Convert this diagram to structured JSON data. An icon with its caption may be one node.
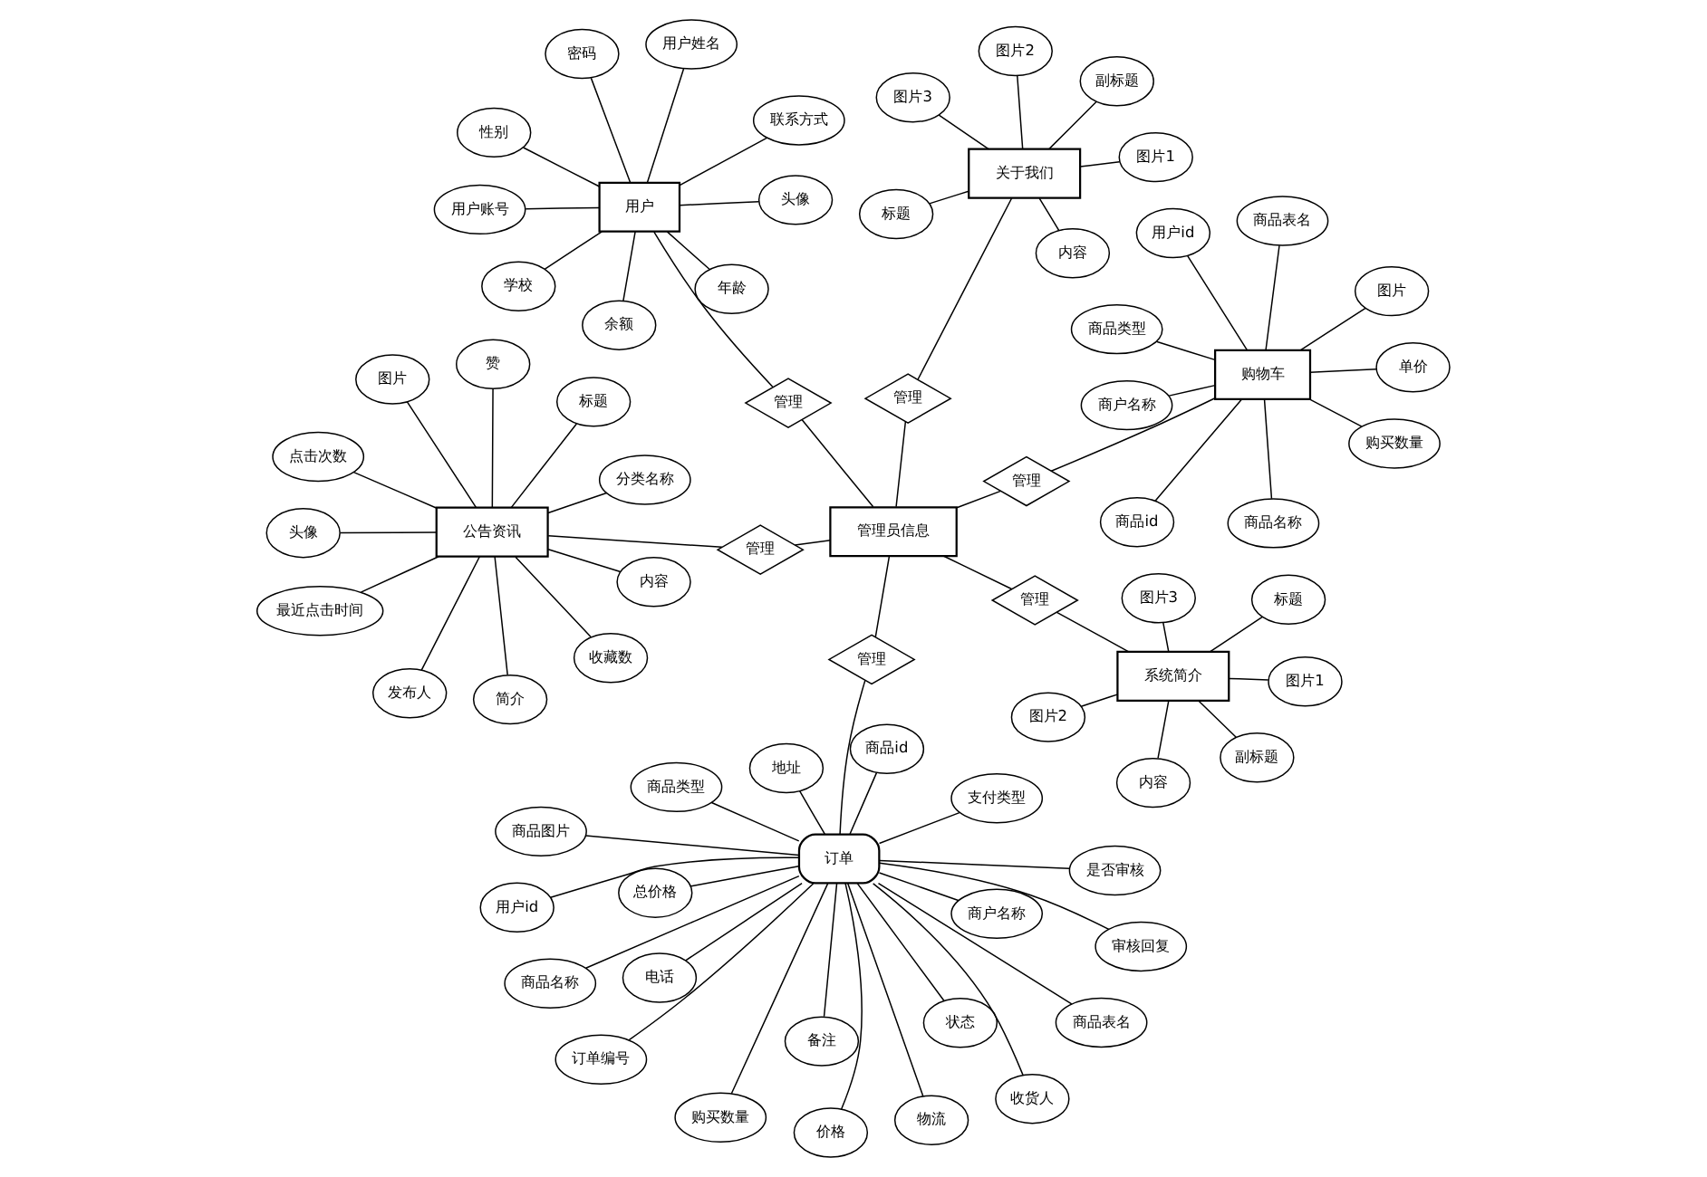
{
  "diagram": {
    "nodes": [
      {
        "text": [
          "订单"
        ]
      },
      {
        "text": [
          "价格"
        ]
      },
      {
        "text": [
          "总价格"
        ]
      },
      {
        "text": [
          "支付类型"
        ]
      },
      {
        "text": [
          "状态"
        ]
      },
      {
        "text": [
          "地址"
        ]
      },
      {
        "text": [
          "电话"
        ]
      },
      {
        "text": [
          "收货人"
        ]
      },
      {
        "text": [
          "物流"
        ]
      },
      {
        "text": [
          "备注"
        ]
      },
      {
        "text": [
          "商户名称"
        ]
      },
      {
        "text": [
          "商品类型"
        ]
      },
      {
        "text": [
          "是否审核"
        ]
      },
      {
        "text": [
          "审核回复"
        ]
      },
      {
        "text": [
          "订单编号"
        ]
      },
      {
        "text": [
          "商品表名"
        ]
      },
      {
        "text": [
          "用户id"
        ]
      },
      {
        "text": [
          "商品id"
        ]
      },
      {
        "text": [
          "商品名称"
        ]
      },
      {
        "text": [
          "商品图片"
        ]
      },
      {
        "text": [
          "购买数量"
        ]
      },
      {
        "text": [
          "管理"
        ]
      },
      {
        "text": [
          "系统简介"
        ]
      },
      {
        "text": [
          "内容"
        ]
      },
      {
        "text": [
          "副标题"
        ]
      },
      {
        "text": [
          "标题"
        ]
      },
      {
        "text": [
          "图片1"
        ]
      },
      {
        "text": [
          "图片2"
        ]
      },
      {
        "text": [
          "图片3"
        ]
      },
      {
        "text": [
          "管理"
        ]
      },
      {
        "text": [
          "关于我们"
        ]
      },
      {
        "text": [
          "标题"
        ]
      },
      {
        "text": [
          "副标题"
        ]
      },
      {
        "text": [
          "内容"
        ]
      },
      {
        "text": [
          "图片1"
        ]
      },
      {
        "text": [
          "图片2"
        ]
      },
      {
        "text": [
          "图片3"
        ]
      },
      {
        "text": [
          "管理"
        ]
      },
      {
        "text": [
          "管理员信息"
        ]
      },
      {
        "text": [
          "公告资讯"
        ]
      },
      {
        "text": [
          "发布人"
        ]
      },
      {
        "text": [
          "分类名称"
        ]
      },
      {
        "text": [
          "简介"
        ]
      },
      {
        "text": [
          "标题"
        ]
      },
      {
        "text": [
          "头像"
        ]
      },
      {
        "text": [
          "点击次数"
        ]
      },
      {
        "text": [
          "最近点击时间"
        ]
      },
      {
        "text": [
          "赞"
        ]
      },
      {
        "text": [
          "收藏数"
        ]
      },
      {
        "text": [
          "图片"
        ]
      },
      {
        "text": [
          "内容"
        ]
      },
      {
        "text": [
          "管理"
        ]
      },
      {
        "text": [
          "购物车"
        ]
      },
      {
        "text": [
          "商品表名"
        ]
      },
      {
        "text": [
          "用户id"
        ]
      },
      {
        "text": [
          "商品id"
        ]
      },
      {
        "text": [
          "商品名称"
        ]
      },
      {
        "text": [
          "图片"
        ]
      },
      {
        "text": [
          "购买数量"
        ]
      },
      {
        "text": [
          "单价"
        ]
      },
      {
        "text": [
          "商户名称"
        ]
      },
      {
        "text": [
          "商品类型"
        ]
      },
      {
        "text": [
          "管理"
        ]
      },
      {
        "text": [
          "管理"
        ]
      },
      {
        "text": [
          "用户"
        ]
      },
      {
        "text": [
          "用户账号"
        ]
      },
      {
        "text": [
          "密码"
        ]
      },
      {
        "text": [
          "用户姓名"
        ]
      },
      {
        "text": [
          "性别"
        ]
      },
      {
        "text": [
          "年龄"
        ]
      },
      {
        "text": [
          "头像"
        ]
      },
      {
        "text": [
          "学校"
        ]
      },
      {
        "text": [
          "联系方式"
        ]
      },
      {
        "text": [
          "余额"
        ]
      }
    ],
    "edges": [
      {
        "from": 0,
        "to": 1,
        "arrow": "none"
      },
      {
        "from": 0,
        "to": 2,
        "arrow": "none"
      },
      {
        "from": 0,
        "to": 3,
        "arrow": "none"
      },
      {
        "from": 0,
        "to": 4,
        "arrow": "none"
      },
      {
        "from": 0,
        "to": 5,
        "arrow": "none"
      },
      {
        "from": 0,
        "to": 6,
        "arrow": "none"
      },
      {
        "from": 0,
        "to": 7,
        "arrow": "none"
      },
      {
        "from": 0,
        "to": 8,
        "arrow": "none"
      },
      {
        "from": 0,
        "to": 9,
        "arrow": "none"
      },
      {
        "from": 0,
        "to": 10,
        "arrow": "none"
      },
      {
        "from": 0,
        "to": 11,
        "arrow": "none"
      },
      {
        "from": 0,
        "to": 12,
        "arrow": "none"
      },
      {
        "from": 0,
        "to": 13,
        "arrow": "none"
      },
      {
        "from": 0,
        "to": 14,
        "arrow": "none"
      },
      {
        "from": 0,
        "to": 15,
        "arrow": "none"
      },
      {
        "from": 0,
        "to": 16,
        "arrow": "none"
      },
      {
        "from": 0,
        "to": 17,
        "arrow": "none"
      },
      {
        "from": 0,
        "to": 18,
        "arrow": "none"
      },
      {
        "from": 0,
        "to": 19,
        "arrow": "none"
      },
      {
        "from": 0,
        "to": 20,
        "arrow": "none"
      },
      {
        "from": 0,
        "to": 21,
        "arrow": "none"
      },
      {
        "from": 21,
        "to": 38,
        "arrow": "none"
      },
      {
        "from": 22,
        "to": 23,
        "arrow": "none"
      },
      {
        "from": 22,
        "to": 24,
        "arrow": "none"
      },
      {
        "from": 22,
        "to": 25,
        "arrow": "none"
      },
      {
        "from": 22,
        "to": 26,
        "arrow": "none"
      },
      {
        "from": 22,
        "to": 27,
        "arrow": "none"
      },
      {
        "from": 22,
        "to": 28,
        "arrow": "none"
      },
      {
        "from": 22,
        "to": 29,
        "arrow": "none"
      },
      {
        "from": 29,
        "to": 38,
        "arrow": "none"
      },
      {
        "from": 30,
        "to": 31,
        "arrow": "none"
      },
      {
        "from": 30,
        "to": 32,
        "arrow": "none"
      },
      {
        "from": 30,
        "to": 33,
        "arrow": "none"
      },
      {
        "from": 30,
        "to": 34,
        "arrow": "none"
      },
      {
        "from": 30,
        "to": 35,
        "arrow": "none"
      },
      {
        "from": 30,
        "to": 36,
        "arrow": "none"
      },
      {
        "from": 37,
        "to": 30,
        "arrow": "none"
      },
      {
        "from": 38,
        "to": 37,
        "arrow": "none"
      },
      {
        "from": 39,
        "to": 40,
        "arrow": "none"
      },
      {
        "from": 39,
        "to": 41,
        "arrow": "none"
      },
      {
        "from": 39,
        "to": 42,
        "arrow": "none"
      },
      {
        "from": 39,
        "to": 43,
        "arrow": "none"
      },
      {
        "from": 39,
        "to": 44,
        "arrow": "none"
      },
      {
        "from": 39,
        "to": 45,
        "arrow": "none"
      },
      {
        "from": 39,
        "to": 46,
        "arrow": "none"
      },
      {
        "from": 39,
        "to": 47,
        "arrow": "none"
      },
      {
        "from": 39,
        "to": 48,
        "arrow": "none"
      },
      {
        "from": 39,
        "to": 49,
        "arrow": "none"
      },
      {
        "from": 39,
        "to": 50,
        "arrow": "none"
      },
      {
        "from": 39,
        "to": 51,
        "arrow": "none"
      },
      {
        "from": 51,
        "to": 38,
        "arrow": "none"
      },
      {
        "from": 52,
        "to": 53,
        "arrow": "none"
      },
      {
        "from": 52,
        "to": 54,
        "arrow": "none"
      },
      {
        "from": 52,
        "to": 55,
        "arrow": "none"
      },
      {
        "from": 52,
        "to": 56,
        "arrow": "none"
      },
      {
        "from": 52,
        "to": 57,
        "arrow": "none"
      },
      {
        "from": 52,
        "to": 58,
        "arrow": "none"
      },
      {
        "from": 52,
        "to": 59,
        "arrow": "none"
      },
      {
        "from": 52,
        "to": 60,
        "arrow": "none"
      },
      {
        "from": 52,
        "to": 61,
        "arrow": "none"
      },
      {
        "from": 38,
        "to": 62,
        "arrow": "none"
      },
      {
        "from": 62,
        "to": 52,
        "arrow": "none"
      },
      {
        "from": 38,
        "to": 63,
        "arrow": "none"
      },
      {
        "from": 63,
        "to": 64,
        "arrow": "none"
      },
      {
        "from": 64,
        "to": 65,
        "arrow": "none"
      },
      {
        "from": 64,
        "to": 66,
        "arrow": "none"
      },
      {
        "from": 64,
        "to": 67,
        "arrow": "none"
      },
      {
        "from": 64,
        "to": 68,
        "arrow": "none"
      },
      {
        "from": 64,
        "to": 69,
        "arrow": "none"
      },
      {
        "from": 64,
        "to": 70,
        "arrow": "none"
      },
      {
        "from": 64,
        "to": 71,
        "arrow": "none"
      },
      {
        "from": 64,
        "to": 72,
        "arrow": "none"
      },
      {
        "from": 64,
        "to": 73,
        "arrow": "none"
      }
    ]
  }
}
